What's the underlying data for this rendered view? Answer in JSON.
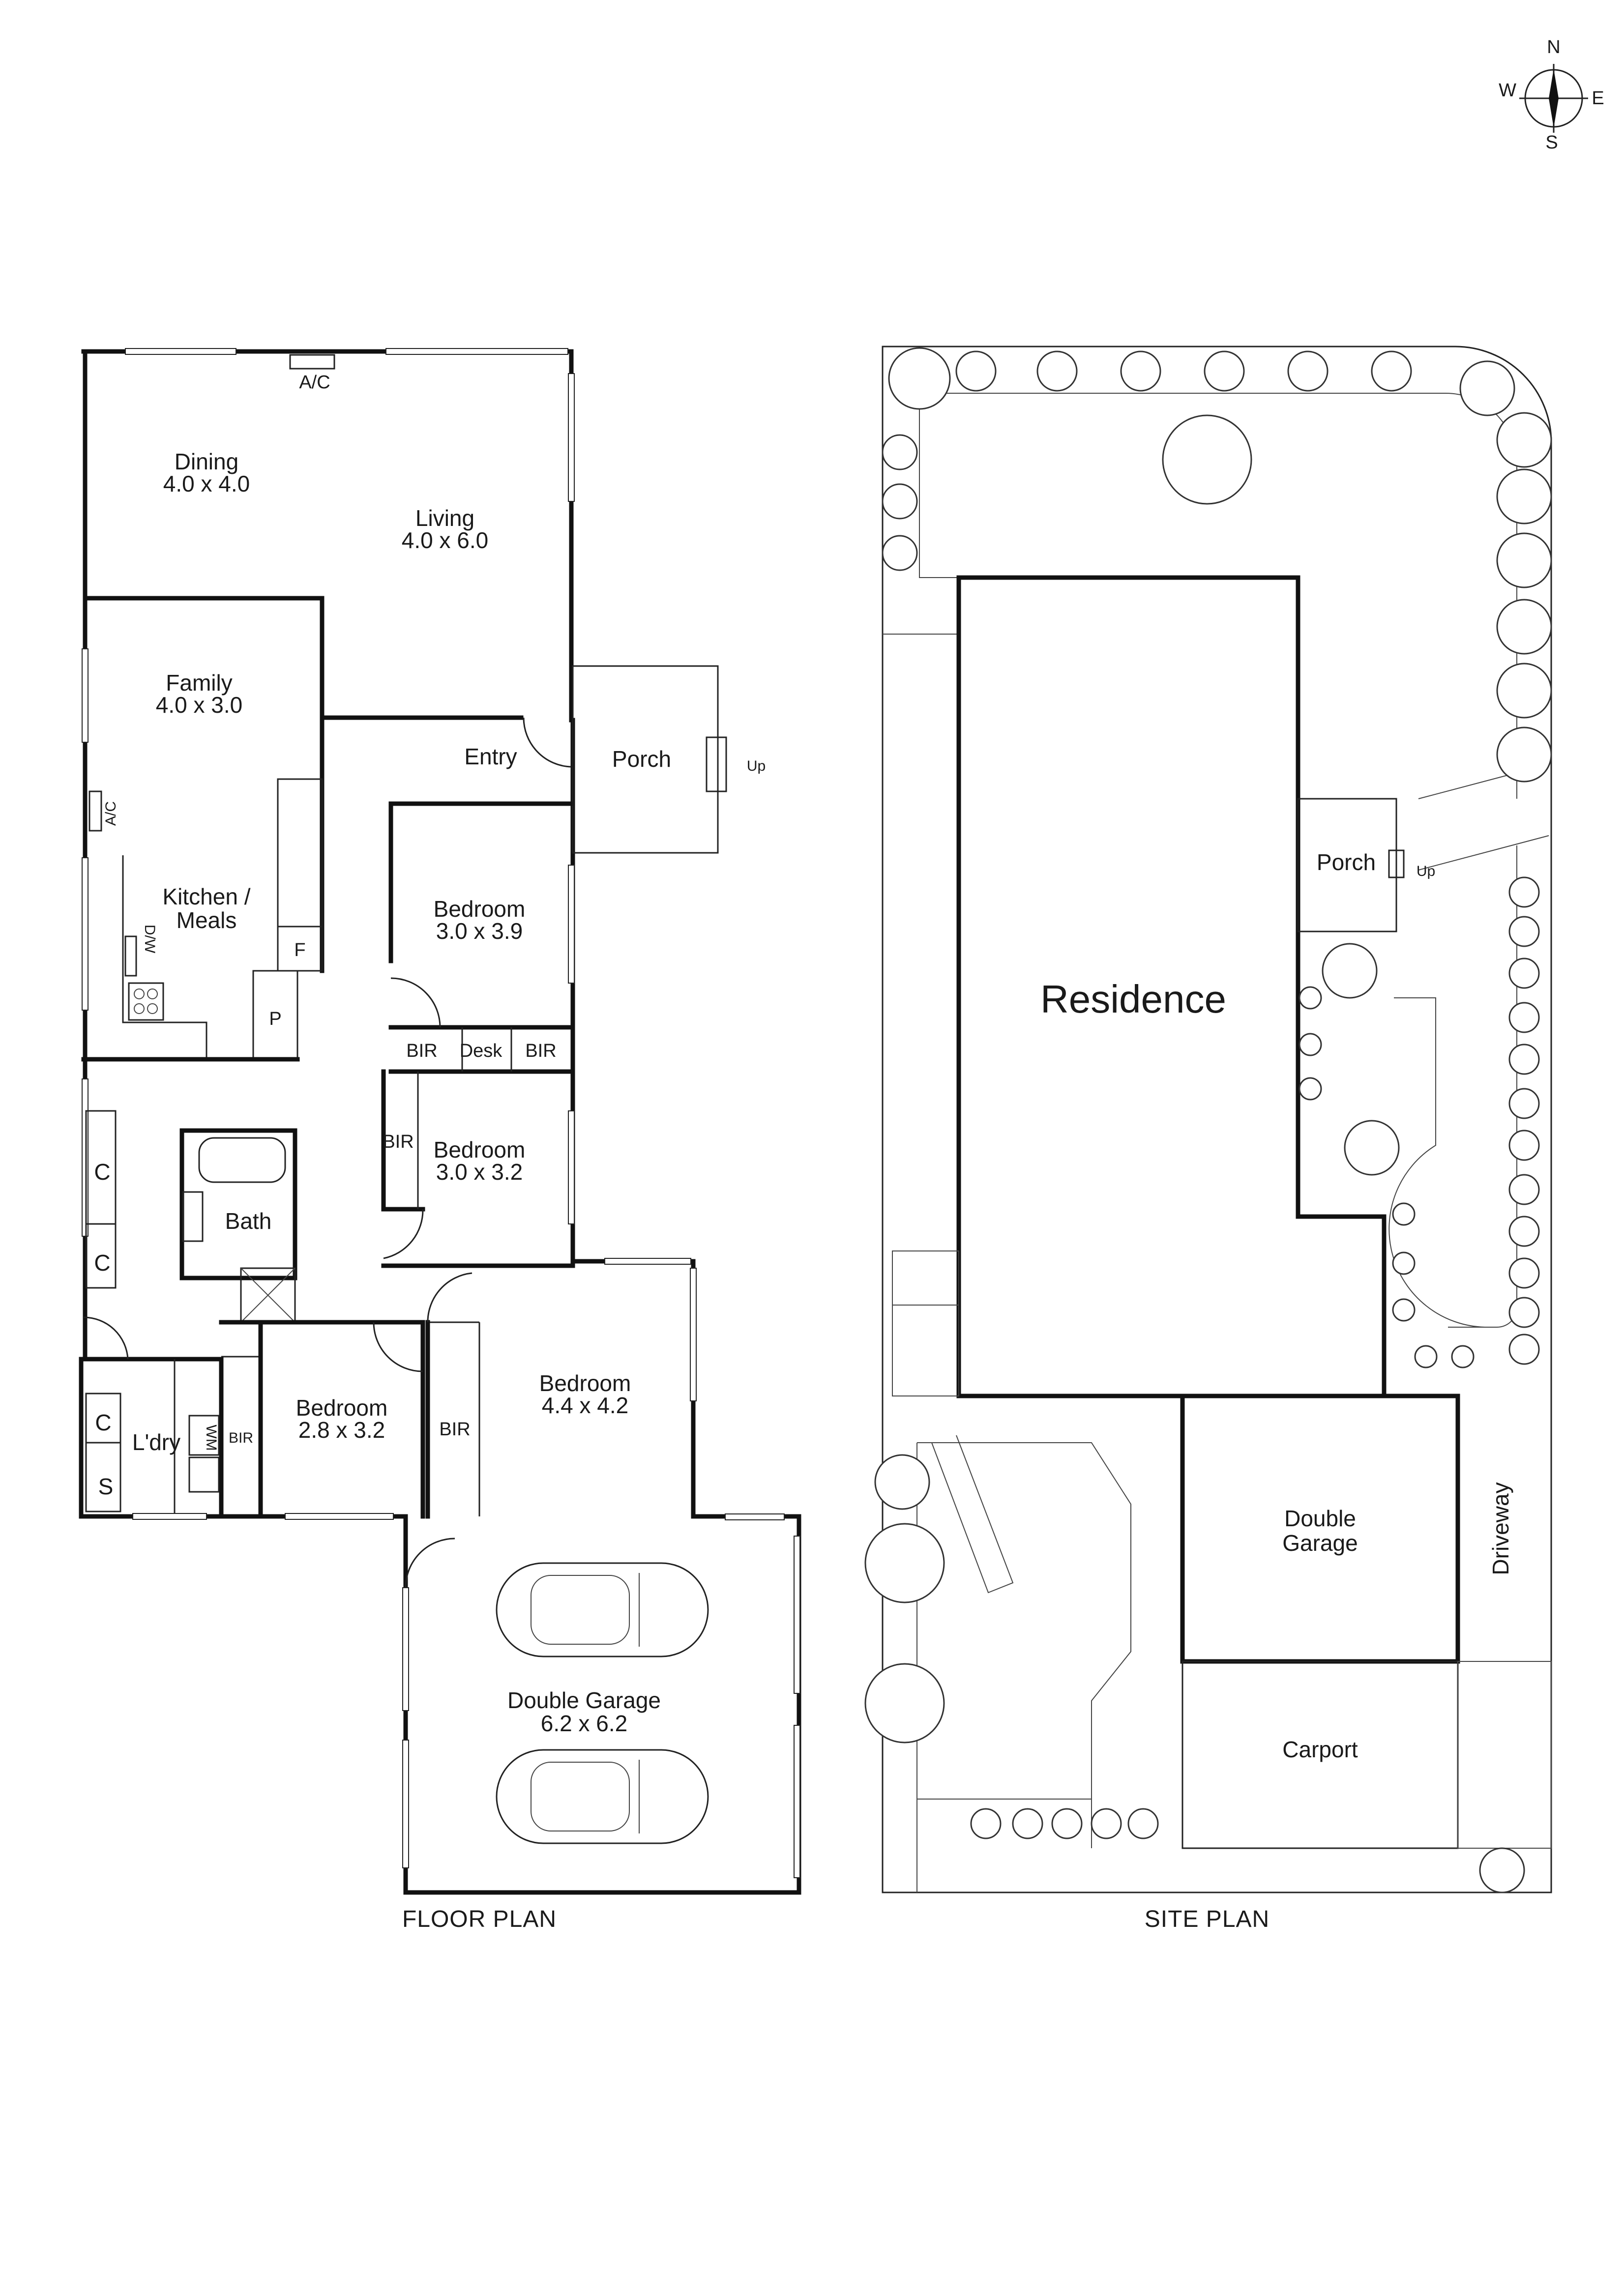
{
  "compass": {
    "n": "N",
    "e": "E",
    "s": "S",
    "w": "W"
  },
  "floor_plan": {
    "caption": "FLOOR PLAN",
    "rooms": {
      "dining": {
        "name": "Dining",
        "size": "4.0 x 4.0"
      },
      "living": {
        "name": "Living",
        "size": "4.0 x 6.0"
      },
      "family": {
        "name": "Family",
        "size": "4.0 x 3.0"
      },
      "kitchen": {
        "name1": "Kitchen /",
        "name2": "Meals"
      },
      "entry": {
        "name": "Entry"
      },
      "porch": {
        "name": "Porch",
        "stair": "Up"
      },
      "bed1": {
        "name": "Bedroom",
        "size": "3.0 x 3.9"
      },
      "bed2": {
        "name": "Bedroom",
        "size": "3.0 x 3.2"
      },
      "bed3": {
        "name": "Bedroom",
        "size": "2.8 x 3.2"
      },
      "bed4": {
        "name": "Bedroom",
        "size": "4.4 x 4.2"
      },
      "bath": {
        "name": "Bath"
      },
      "laundry": {
        "name": "L'dry"
      },
      "garage": {
        "name": "Double Garage",
        "size": "6.2 x 6.2"
      }
    },
    "fixtures": {
      "ac_top": "A/C",
      "ac_side": "A/C",
      "dw": "D/W",
      "fridge": "F",
      "pantry": "P",
      "bir1": "BIR",
      "desk": "Desk",
      "bir2": "BIR",
      "bir3": "BIR",
      "bir4": "BIR",
      "bir5": "BIR",
      "c1": "C",
      "c2": "C",
      "c3": "C",
      "s": "S",
      "wm": "WM"
    }
  },
  "site_plan": {
    "caption": "SITE PLAN",
    "residence": "Residence",
    "porch": "Porch",
    "stair": "Up",
    "garage1": "Double",
    "garage2": "Garage",
    "carport": "Carport",
    "driveway": "Driveway"
  }
}
